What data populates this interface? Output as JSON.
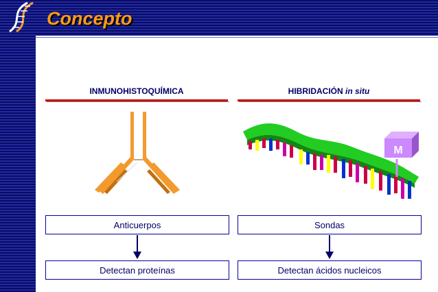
{
  "slide": {
    "title": "Concepto"
  },
  "left_column": {
    "heading": "INMUNOHISTOQUÍMICA",
    "box_top": "Anticuerpos",
    "box_bottom": "Detectan proteínas"
  },
  "right_column": {
    "heading_main": "HIBRIDACIÓN ",
    "heading_italic": "in situ",
    "probe_label": "M",
    "box_top": "Sondas",
    "box_bottom": "Detectan ácidos nucleicos"
  },
  "colors": {
    "background_bars": "#0a0a66",
    "title": "#ff9a1a",
    "heading_text": "#000066",
    "rule": "#cc0000",
    "antibody": "#f39a2e",
    "dna_backbone": "#22cc22",
    "probe": "#cc88ff"
  }
}
